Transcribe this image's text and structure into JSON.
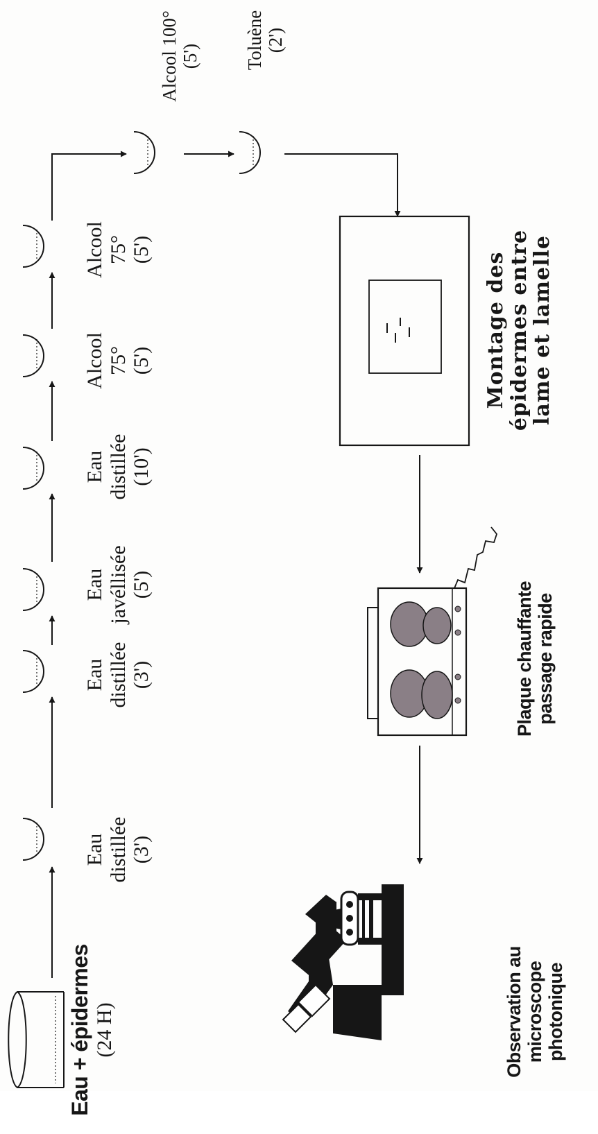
{
  "steps": [
    {
      "line1": "Eau + épidermes",
      "line2": "(24 H)"
    },
    {
      "line1": "Eau",
      "line2": "distillée",
      "line3": "(3')"
    },
    {
      "line1": "Eau",
      "line2": "distillée",
      "line3": "(3')"
    },
    {
      "line1": "Eau",
      "line2": "javéllisée",
      "line3": "(5')"
    },
    {
      "line1": "Eau",
      "line2": "distillée",
      "line3": "(10')"
    },
    {
      "line1": "Alcool",
      "line2": "75°",
      "line3": "(5')"
    },
    {
      "line1": "Alcool",
      "line2": "75°",
      "line3": "(5')"
    },
    {
      "line1": "Alcool 100°",
      "line2": "(5')"
    },
    {
      "line1": "Toluène",
      "line2": "(2')"
    }
  ],
  "montage": {
    "line1": "Montage des",
    "line2": "épidermes entre",
    "line3": "lame et lamelle"
  },
  "plaque": {
    "line1": "Plaque chauffante",
    "line2": "passage rapide"
  },
  "observation": {
    "line1": "Observation au",
    "line2": "microscope",
    "line3": "photonique"
  },
  "colors": {
    "ink": "#161616",
    "hotplate_fill": "#8a7f86",
    "background": "#fdfdfc"
  }
}
